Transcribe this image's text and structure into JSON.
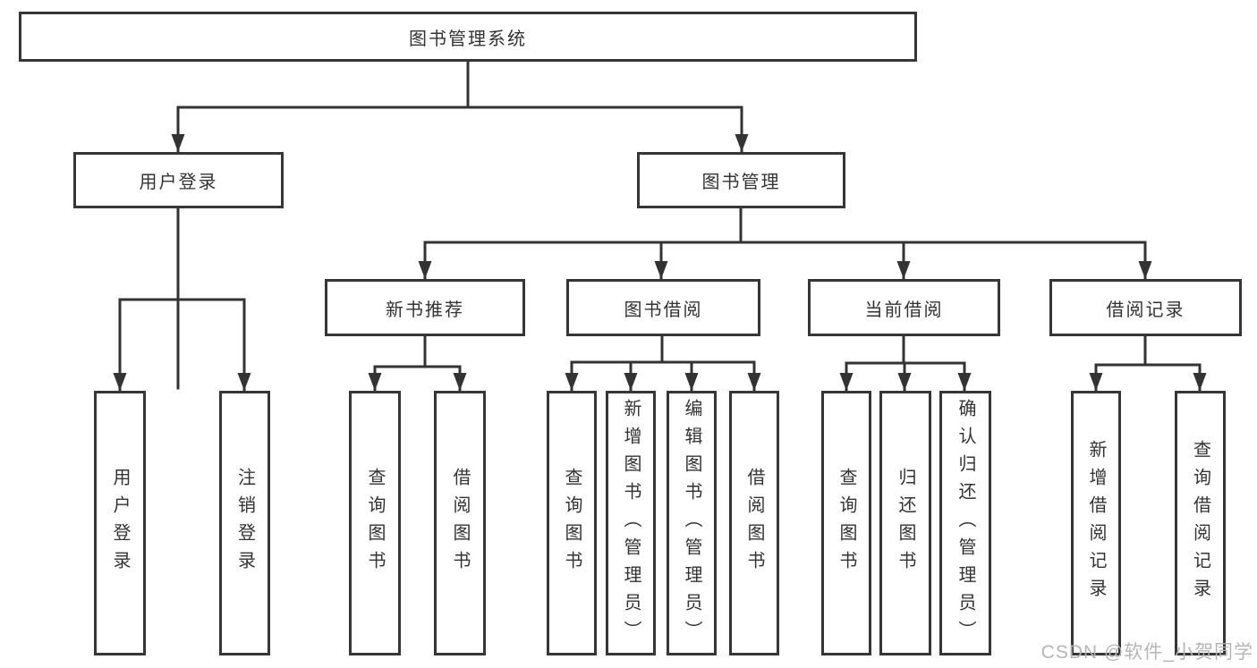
{
  "diagram": {
    "type": "hierarchy-tree",
    "root": {
      "label": "图书管理系统"
    },
    "level2": [
      {
        "label": "用户登录"
      },
      {
        "label": "图书管理"
      }
    ],
    "level3": [
      {
        "label": "新书推荐",
        "parent": "图书管理"
      },
      {
        "label": "图书借阅",
        "parent": "图书管理"
      },
      {
        "label": "当前借阅",
        "parent": "图书管理"
      },
      {
        "label": "借阅记录",
        "parent": "图书管理"
      }
    ],
    "leaves": {
      "user_login": [
        {
          "label": "用户登录"
        },
        {
          "label": "注销登录"
        }
      ],
      "new_books": [
        {
          "label": "查询图书"
        },
        {
          "label": "借阅图书"
        }
      ],
      "book_borrow": [
        {
          "label": "查询图书"
        },
        {
          "label": "新增图书（管理员）"
        },
        {
          "label": "编辑图书（管理员）"
        },
        {
          "label": "借阅图书"
        }
      ],
      "current_borrow": [
        {
          "label": "查询图书"
        },
        {
          "label": "归还图书"
        },
        {
          "label": "确认归还（管理员）"
        }
      ],
      "borrow_records": [
        {
          "label": "新增借阅记录"
        },
        {
          "label": "查询借阅记录"
        }
      ]
    },
    "colors": {
      "line": "#333333",
      "box_border": "#363636",
      "text": "#333333",
      "background": "#ffffff"
    }
  },
  "watermark": {
    "text": "CSDN @软件_小贺同学",
    "color": "#b3b3b3"
  }
}
